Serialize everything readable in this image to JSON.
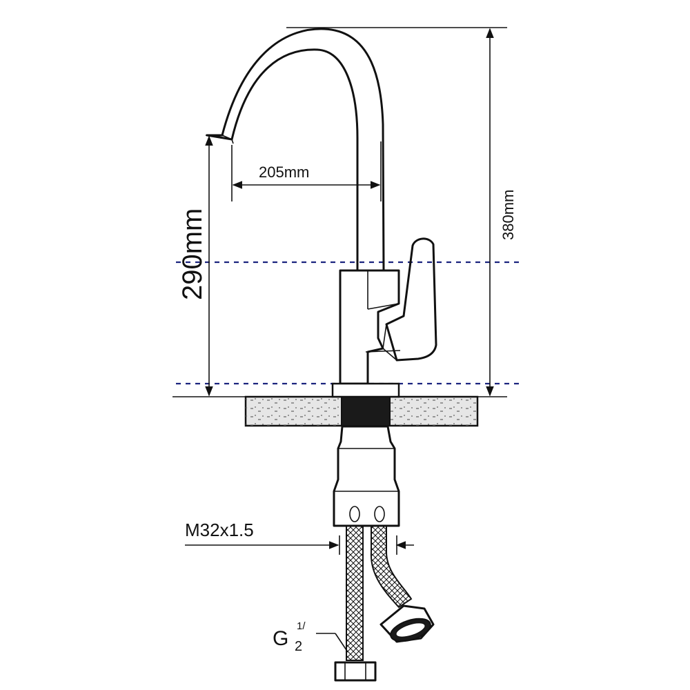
{
  "dimensions": {
    "spout_reach": "205mm",
    "spout_height": "290mm",
    "total_height": "380mm",
    "thread": "M32x1.5",
    "hose_thread_prefix": "G",
    "hose_thread_fraction_top": "1/",
    "hose_thread_fraction_bottom": "2"
  },
  "colors": {
    "line": "#111111",
    "reference_dash": "#1a237e",
    "counter": "#e6e6e6",
    "nut": "#1a1a1a"
  }
}
